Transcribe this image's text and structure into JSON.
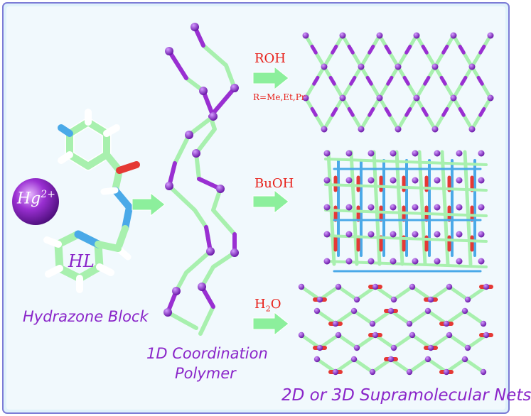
{
  "colors": {
    "frame_fill": "#dff2fb",
    "frame_stroke": "#7c7cd6",
    "hg": "#8a25c9",
    "green": "#a8f0ae",
    "metal": "#9a2fd2",
    "blue": "#4aa9e8",
    "red": "#e53935",
    "arrow": "#8cef9c",
    "label_purple": "#8a25c9",
    "label_red": "#e8201a"
  },
  "hg_ion": {
    "symbol": "Hg",
    "charge": "2+"
  },
  "ligand": {
    "label": "HL",
    "caption": "Hydrazone Block"
  },
  "polymer": {
    "caption_line1": "1D Coordination",
    "caption_line2": "Polymer"
  },
  "reactions": {
    "roh": {
      "reagent": "ROH",
      "condition": "R=Me,Et,Pr"
    },
    "buoh": {
      "reagent": "BuOH"
    },
    "water": {
      "reagent_main": "H",
      "reagent_sub": "2",
      "reagent_end": "O"
    }
  },
  "nets_caption": "2D or 3D Supramolecular Nets"
}
